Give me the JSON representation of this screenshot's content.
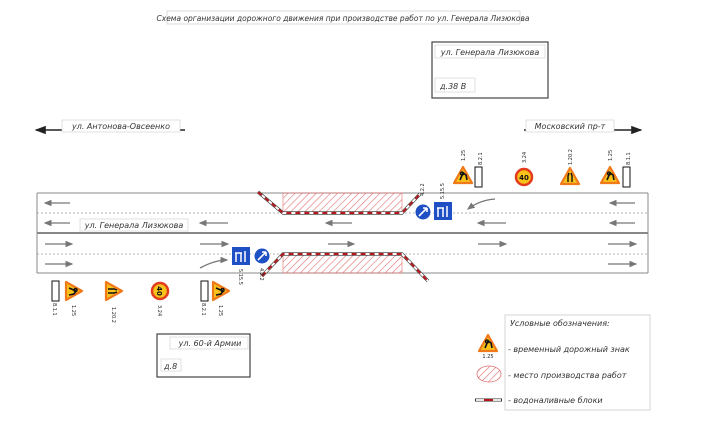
{
  "title": "Схема организации дорожного движения при производстве работ по ул. Генерала Лизюкова",
  "building_top": {
    "street": "ул. Генерала Лизюкова",
    "number": "д.38 В"
  },
  "building_bottom": {
    "street": "ул. 60-й Армии",
    "number": "д.8"
  },
  "direction_left": "ул. Антонова-Овсеенко",
  "direction_right": "Московский пр-т",
  "road_name": "ул. Генерала Лизюкова",
  "speed_limit": "40",
  "sign_codes": {
    "s125": "1.25",
    "s1202": "1.20.2",
    "s324": "3.24",
    "s821": "8.2.1",
    "s811": "8.1.1",
    "s422": "4.2.2",
    "s5155": "5.15.5"
  },
  "legend": {
    "title": "Условные обозначения:",
    "items": [
      "- временный дорожный знак",
      "- место производства работ",
      "- водоналивные   блоки"
    ],
    "sign_code": "1.25"
  },
  "colors": {
    "warning": "#f7c21a",
    "border": "#e23b1d",
    "blue": "#1f4fc4",
    "barrier": "#b3161b",
    "hatch": "#e07070"
  }
}
